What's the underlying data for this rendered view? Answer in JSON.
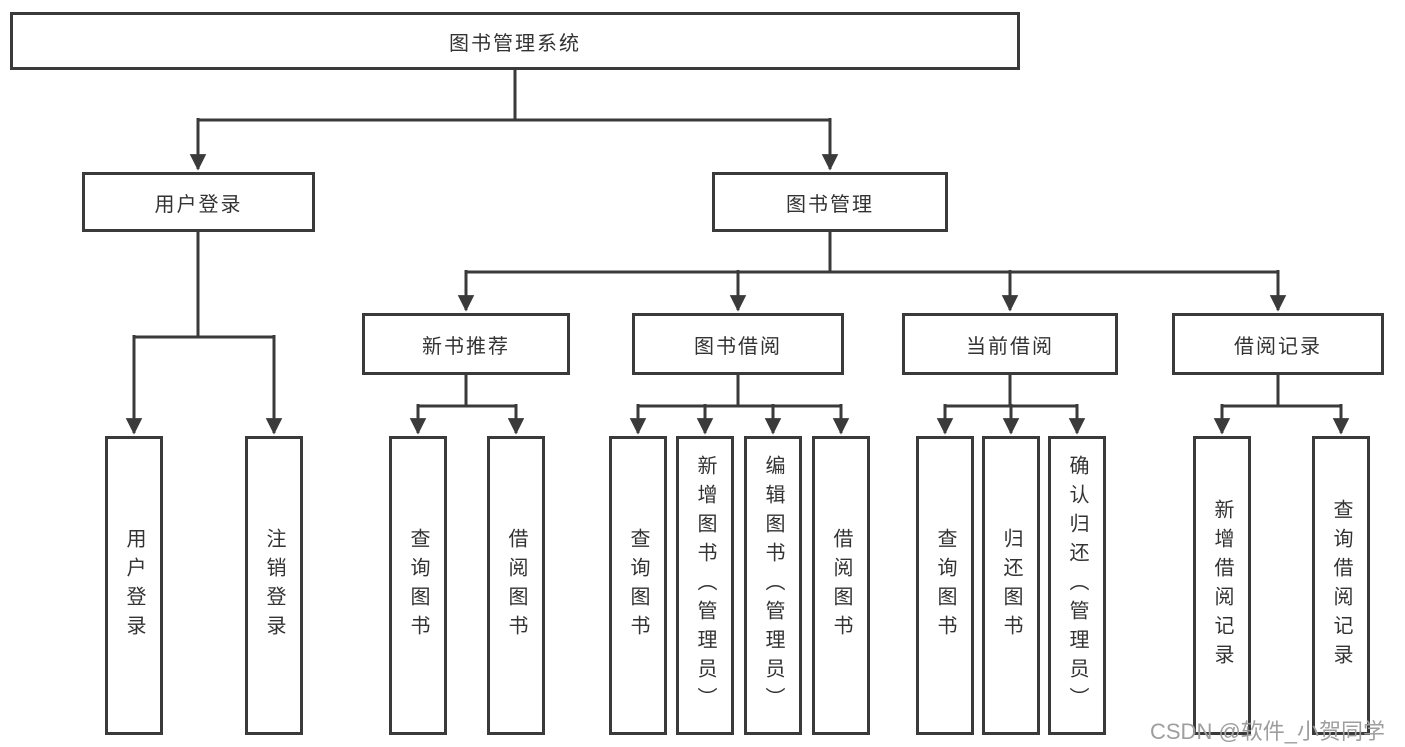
{
  "diagram_type": "tree",
  "colors": {
    "line": "#3a3a3a",
    "text": "#333333",
    "background": "#ffffff",
    "watermark": "#9e9e9e"
  },
  "nodes": {
    "root": {
      "label": "图书管理系统"
    },
    "user_login": {
      "label": "用户登录"
    },
    "book_mgmt": {
      "label": "图书管理"
    },
    "new_book_rec": {
      "label": "新书推荐"
    },
    "book_borrow": {
      "label": "图书借阅"
    },
    "current_borrow": {
      "label": "当前借阅"
    },
    "borrow_record": {
      "label": "借阅记录"
    },
    "leaf_user_login": {
      "label": "用户登录"
    },
    "leaf_logout": {
      "label": "注销登录"
    },
    "leaf_nb_query": {
      "label": "查询图书"
    },
    "leaf_nb_borrow": {
      "label": "借阅图书"
    },
    "leaf_bb_query": {
      "label": "查询图书"
    },
    "leaf_bb_add": {
      "label": "新增图书（管理员）"
    },
    "leaf_bb_edit": {
      "label": "编辑图书（管理员）"
    },
    "leaf_bb_borrow": {
      "label": "借阅图书"
    },
    "leaf_cb_query": {
      "label": "查询图书"
    },
    "leaf_cb_return": {
      "label": "归还图书"
    },
    "leaf_cb_confirm": {
      "label": "确认归还（管理员）"
    },
    "leaf_br_add": {
      "label": "新增借阅记录"
    },
    "leaf_br_query": {
      "label": "查询借阅记录"
    }
  },
  "edges": [
    [
      "root",
      "user_login"
    ],
    [
      "root",
      "book_mgmt"
    ],
    [
      "user_login",
      "leaf_user_login"
    ],
    [
      "user_login",
      "leaf_logout"
    ],
    [
      "book_mgmt",
      "new_book_rec"
    ],
    [
      "book_mgmt",
      "book_borrow"
    ],
    [
      "book_mgmt",
      "current_borrow"
    ],
    [
      "book_mgmt",
      "borrow_record"
    ],
    [
      "new_book_rec",
      "leaf_nb_query"
    ],
    [
      "new_book_rec",
      "leaf_nb_borrow"
    ],
    [
      "book_borrow",
      "leaf_bb_query"
    ],
    [
      "book_borrow",
      "leaf_bb_add"
    ],
    [
      "book_borrow",
      "leaf_bb_edit"
    ],
    [
      "book_borrow",
      "leaf_bb_borrow"
    ],
    [
      "current_borrow",
      "leaf_cb_query"
    ],
    [
      "current_borrow",
      "leaf_cb_return"
    ],
    [
      "current_borrow",
      "leaf_cb_confirm"
    ],
    [
      "borrow_record",
      "leaf_br_add"
    ],
    [
      "borrow_record",
      "leaf_br_query"
    ]
  ],
  "watermark": {
    "text": "CSDN @软件_小贺同学"
  }
}
